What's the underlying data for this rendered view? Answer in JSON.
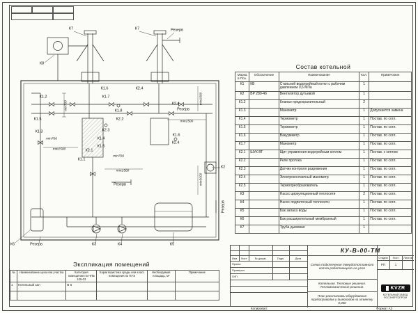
{
  "sheet": {
    "copied": "Копировал:",
    "format": "Формат А3"
  },
  "schematic": {
    "labels": [
      "К7",
      "К7",
      "Резерв",
      "К8",
      "К1.2",
      "К1.6",
      "К1.7",
      "К2.4",
      "К2.4",
      "Резерв",
      "К1.5",
      "К1.8",
      "К2.2",
      "К1.3",
      "К2.3",
      "К1.4",
      "К1.5",
      "К2.1",
      "К1.1",
      "К2.4",
      "К1.6",
      "min700",
      "min700",
      "min1500",
      "min700",
      "min1500",
      "min1000",
      "min1500",
      "min3000",
      "Резерв",
      "Резерв",
      "К2",
      "К6",
      "Резерв",
      "К3",
      "К4",
      "К5"
    ]
  },
  "parts": {
    "title": "Состав котельной",
    "headers": [
      "Марка в Поз.",
      "Обозначение",
      "Наименование",
      "Кол.",
      "Примечание"
    ],
    "rows": [
      [
        "К1",
        "КВ",
        "Стальной водогрейный котел с рабочим давлением 0,6 МПа",
        "1",
        ""
      ],
      [
        "К2",
        "ВР 280-46",
        "Вентилятор дутьевой",
        "1",
        ""
      ],
      [
        "К1.2",
        "",
        "Клапан предохранительный",
        "2",
        ""
      ],
      [
        "К1.3",
        "",
        "Манометр",
        "1",
        "Допускается замена"
      ],
      [
        "К1.4",
        "",
        "Термометр",
        "1",
        "Постав. по согл."
      ],
      [
        "К1.5",
        "",
        "Термометр",
        "1",
        "Постав. по согл."
      ],
      [
        "К1.6",
        "",
        "Вакуумметр",
        "1",
        "Постав. по согл."
      ],
      [
        "К1.7",
        "",
        "Манометр",
        "1",
        "Постав. по согл."
      ],
      [
        "К2.1",
        "ШУК ВТ",
        "Щит управления водогрейным котлом",
        "1",
        "Постав. с котлом"
      ],
      [
        "К2.2",
        "",
        "Реле протока",
        "1",
        "Постав. по согл."
      ],
      [
        "К2.3",
        "",
        "Датчик контроля разряжения",
        "1",
        "Постав. по согл."
      ],
      [
        "К2.4",
        "",
        "Электроконтактный манометр",
        "1",
        "Постав. по согл."
      ],
      [
        "К2.5",
        "",
        "Термопреобразователь",
        "1",
        "Постав. по согл."
      ],
      [
        "К3",
        "",
        "Насос циркуляционный теплосети",
        "2",
        "Постав. по согл."
      ],
      [
        "К4",
        "",
        "Насос подпиточный теплосети",
        "1",
        "Постав. по согл."
      ],
      [
        "К5",
        "",
        "Бак запаса воды",
        "1",
        "Постав. по согл."
      ],
      [
        "К6",
        "",
        "Бак расширительный мембранный",
        "1",
        "Постав. по согл."
      ],
      [
        "К7",
        "",
        "Труба дымовая",
        "1",
        ""
      ]
    ]
  },
  "explication": {
    "title": "Экспликация помещений",
    "headers": [
      "№",
      "Наименование цеха или участка",
      "Категория помещения по НПБ 105-03",
      "Характеристика среды или класс помещения по ПУЭ",
      "Необходимая площадь, м²",
      "Примечание"
    ],
    "rows": [
      [
        "1",
        "Котельный зал",
        "В 6",
        "",
        "",
        ""
      ],
      [
        "",
        "",
        "",
        "",
        "",
        ""
      ]
    ]
  },
  "stamp": {
    "doc_number": "КУ-В-00-ТМ",
    "scheme_title": "Схема подключения твердотопливного котла работающего на угле",
    "header_cols": [
      "Изм.",
      "Лист",
      "№ докум.",
      "Подп.",
      "Дата"
    ],
    "roles": [
      "Проект.",
      "Проверил",
      "ГИП"
    ],
    "section_line1": "Котельная. Тепловые решения.",
    "section_line2": "Тепломеханические решения.",
    "plan_title": "План расстановки оборудования трубопроводов и дымоходов на отметку 0,000",
    "stage_headers": [
      "Стадия",
      "Лист",
      "Листов"
    ],
    "stage_values": [
      "РП",
      "1",
      ""
    ],
    "logo_text": "KVZR",
    "company_line1": "КОТЕЛЬНЫЙ ЗАВОД",
    "company_line2": "РОСЭНЕРГОПРОМ"
  }
}
